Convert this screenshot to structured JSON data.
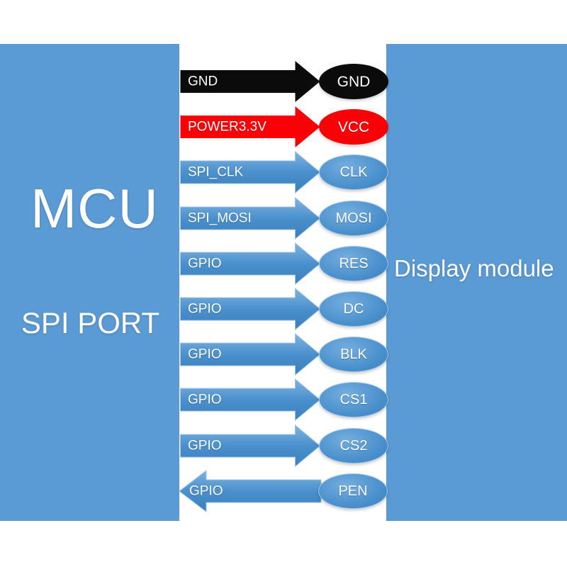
{
  "diagram": {
    "title_left": "MCU",
    "subtitle_left": "SPI PORT",
    "title_right": "Display module",
    "colors": {
      "background_blue": "#5b9bd5",
      "panel_white": "#ffffff",
      "arrow_blue": "#4a90cd",
      "arrow_black": "#0b0b0b",
      "arrow_red": "#fb0007",
      "pin_blue": "#4a90cd",
      "text_white": "#ffffff"
    },
    "connections": [
      {
        "mcu_label": "GND",
        "pin_label": "GND",
        "color": "black",
        "direction": "right"
      },
      {
        "mcu_label": "POWER3.3V",
        "pin_label": "VCC",
        "color": "red",
        "direction": "right"
      },
      {
        "mcu_label": "SPI_CLK",
        "pin_label": "CLK",
        "color": "blue",
        "direction": "right"
      },
      {
        "mcu_label": "SPI_MOSI",
        "pin_label": "MOSI",
        "color": "blue",
        "direction": "right"
      },
      {
        "mcu_label": "GPIO",
        "pin_label": "RES",
        "color": "blue",
        "direction": "right"
      },
      {
        "mcu_label": "GPIO",
        "pin_label": "DC",
        "color": "blue",
        "direction": "right"
      },
      {
        "mcu_label": "GPIO",
        "pin_label": "BLK",
        "color": "blue",
        "direction": "right"
      },
      {
        "mcu_label": "GPIO",
        "pin_label": "CS1",
        "color": "blue",
        "direction": "right"
      },
      {
        "mcu_label": "GPIO",
        "pin_label": "CS2",
        "color": "blue",
        "direction": "right"
      },
      {
        "mcu_label": "GPIO",
        "pin_label": "PEN",
        "color": "blue",
        "direction": "left"
      }
    ]
  }
}
